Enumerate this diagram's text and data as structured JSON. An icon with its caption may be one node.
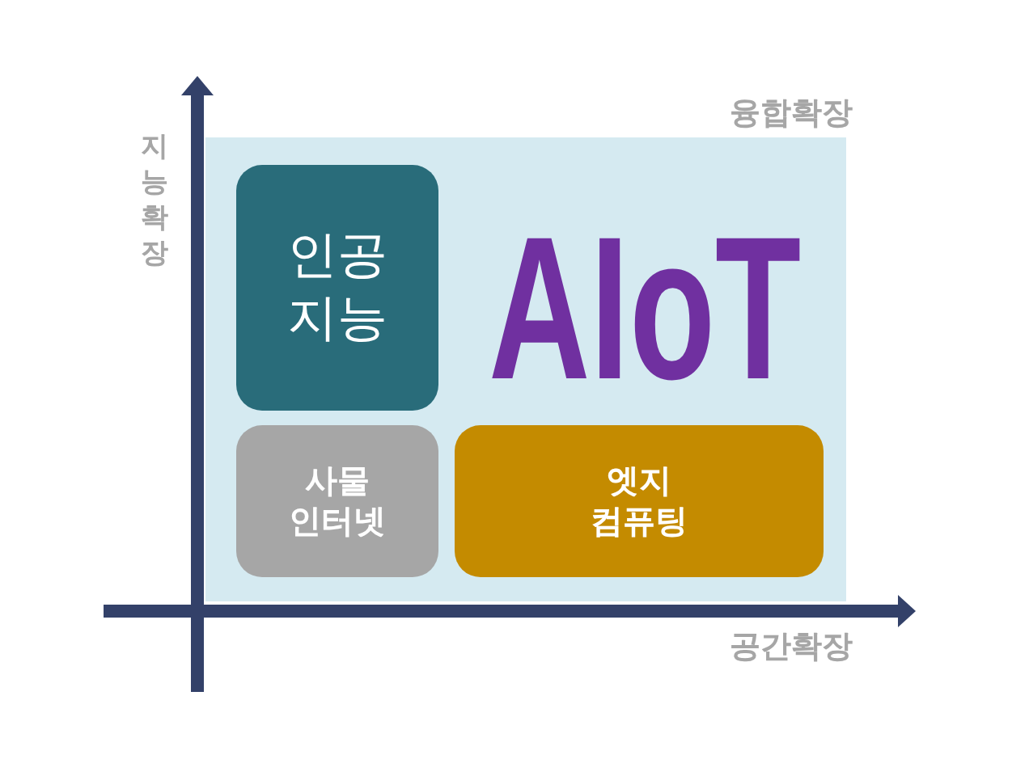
{
  "diagram": {
    "nodes": [
      {
        "text": [
          "AIoT"
        ]
      },
      {
        "text": [
          "인공 지능"
        ],
        "in": 0
      },
      {
        "text": [
          "사물 인터넷"
        ],
        "in": 0
      },
      {
        "text": [
          "엣지 컴퓨팅"
        ],
        "in": 0
      }
    ],
    "labels": [
      "융합확장",
      "지능확장",
      "공간확장"
    ]
  }
}
